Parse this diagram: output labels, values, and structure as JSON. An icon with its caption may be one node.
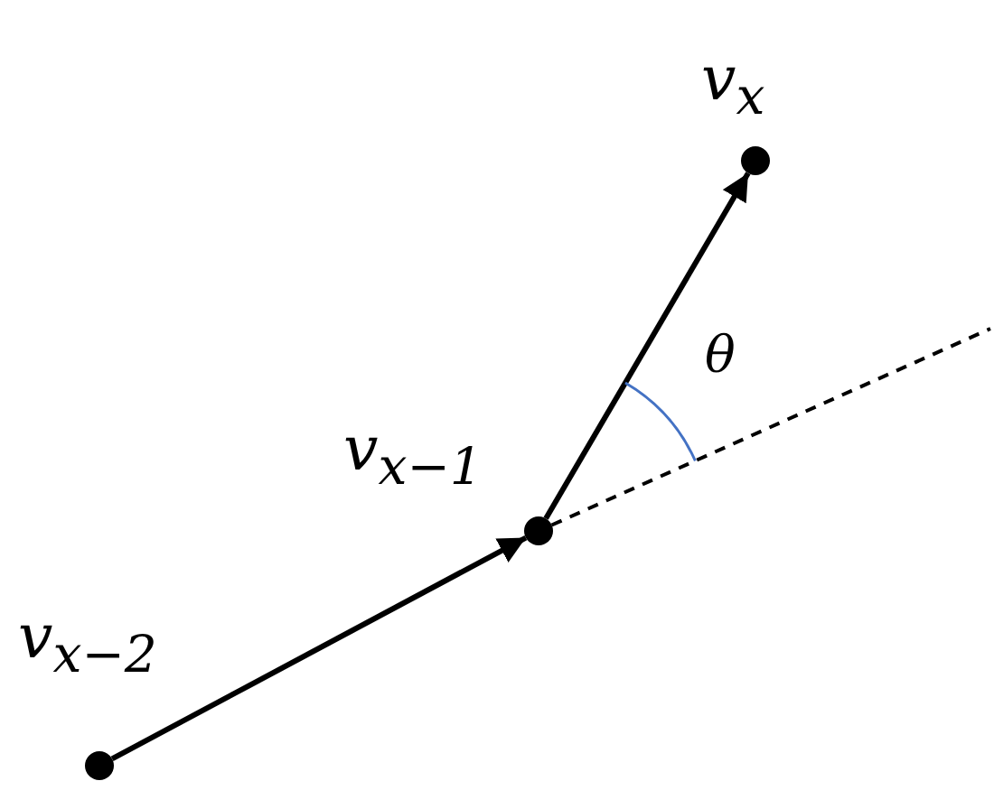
{
  "diagram": {
    "nodes": [
      {
        "text": [],
        "shape": "circle",
        "beside": [
          "v$_{x}$"
        ]
      },
      {
        "text": [],
        "shape": "circle",
        "beside": [
          "v$_{x−1}$"
        ]
      },
      {
        "text": [],
        "shape": "circle",
        "beside": [
          "v$_{x−2}$"
        ]
      }
    ],
    "edges": [
      {
        "from": 2,
        "to": 1,
        "arrow": "to"
      },
      {
        "from": 1,
        "to": 0,
        "arrow": "to"
      },
      {
        "from": 1,
        "to": null,
        "arrow": "none",
        "style": "dashed"
      }
    ],
    "labels": [
      "θ"
    ]
  }
}
